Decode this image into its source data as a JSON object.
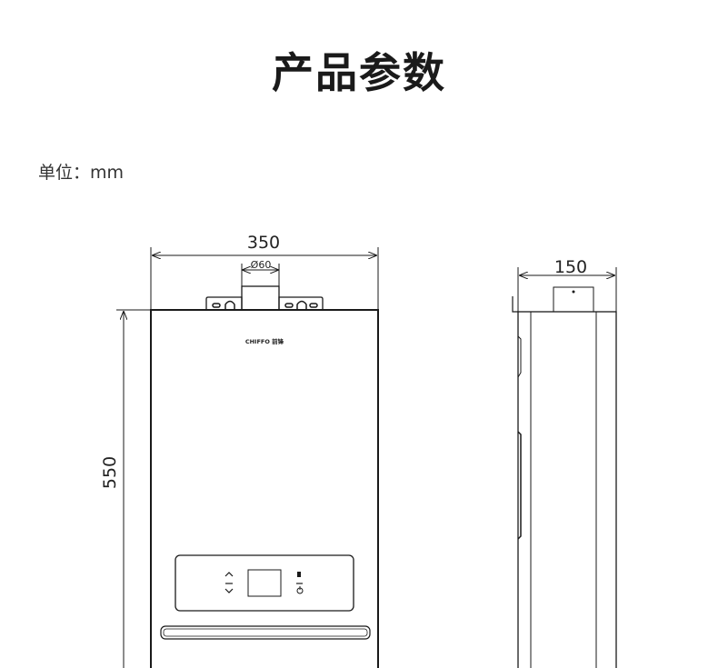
{
  "title": "产品参数",
  "unit_label": "单位：mm",
  "front_view": {
    "width_label": "350",
    "flue_label": "Ø60",
    "height_label": "550",
    "brand": "CHIFFO 前锋"
  },
  "side_view": {
    "depth_label": "150"
  },
  "colors": {
    "line": "#1a1a1a",
    "text": "#222222"
  }
}
